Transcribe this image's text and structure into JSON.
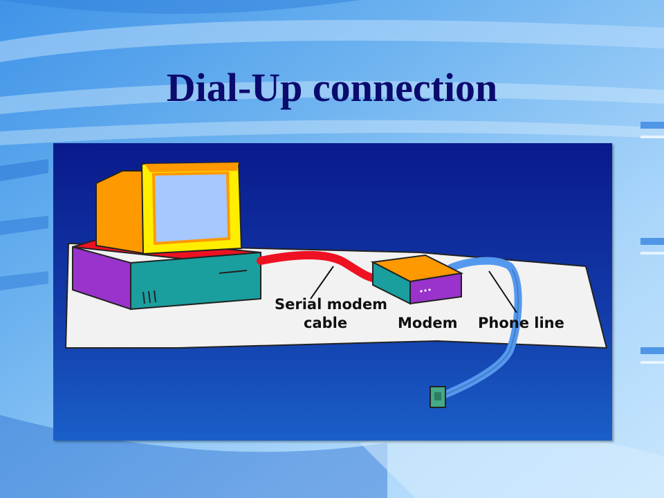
{
  "slide": {
    "title": "Dial-Up connection"
  },
  "diagram": {
    "labels": {
      "serial_line1": "Serial modem",
      "serial_line2": "cable",
      "modem": "Modem",
      "phone": "Phone line"
    },
    "colors": {
      "background_top": "#0a1a8c",
      "background_bottom": "#1a5fc8",
      "desk": "#f2f2f2",
      "monitor": "#ff9900",
      "screen_frame": "#ffee00",
      "screen": "#a6c8ff",
      "base_purple": "#9933cc",
      "base_teal": "#1a9e9e",
      "cable_red": "#ee1122",
      "phone_cable": "#5599ee",
      "wall_jack": "#44aa88",
      "title": "#0b0b6e"
    }
  }
}
